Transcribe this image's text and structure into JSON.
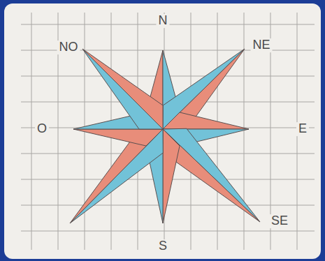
{
  "diagram": {
    "labels": [
      "N",
      "NE",
      "NO",
      "O",
      "E",
      "SE",
      "S"
    ]
  }
}
